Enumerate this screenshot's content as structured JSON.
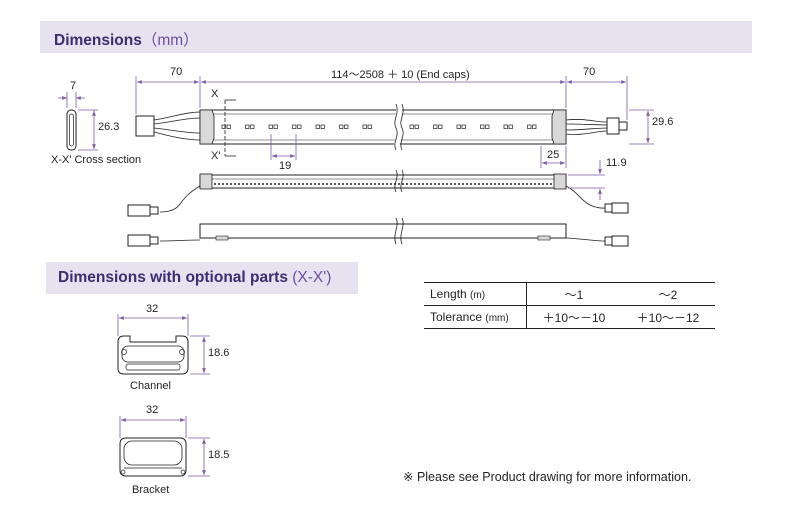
{
  "headers": {
    "dimensions": {
      "title": "Dimensions",
      "unit": "（mm）"
    },
    "optional": {
      "title": "Dimensions with optional parts",
      "suffix": " (X-X')"
    }
  },
  "cross_section": {
    "width": "7",
    "height": "26.3",
    "caption": "X-X' Cross section"
  },
  "main_drawing": {
    "left_lead": "70",
    "length": "114～2508 ＋ 10 (End caps)",
    "right_lead": "70",
    "height": "29.6",
    "section_mark_top": "X",
    "section_mark_bottom": "X'",
    "led_pitch": "19",
    "end_offset": "25",
    "side_height": "11.9"
  },
  "optional_parts": [
    {
      "name": "Channel",
      "width": "32",
      "height": "18.6"
    },
    {
      "name": "Bracket",
      "width": "32",
      "height": "18.5"
    }
  ],
  "tolerance_table": {
    "length_label": "Length",
    "length_unit": "(m)",
    "tolerance_label": "Tolerance",
    "tolerance_unit": "(mm)",
    "columns": [
      "～1",
      "～2"
    ],
    "values": [
      "＋10～－10",
      "＋10～－12"
    ]
  },
  "note": "※ Please see Product drawing for more information.",
  "colors": {
    "header_bg": "#e7e2ef",
    "header_text": "#3a2e6e",
    "dimension_line": "#7b5aa6"
  }
}
